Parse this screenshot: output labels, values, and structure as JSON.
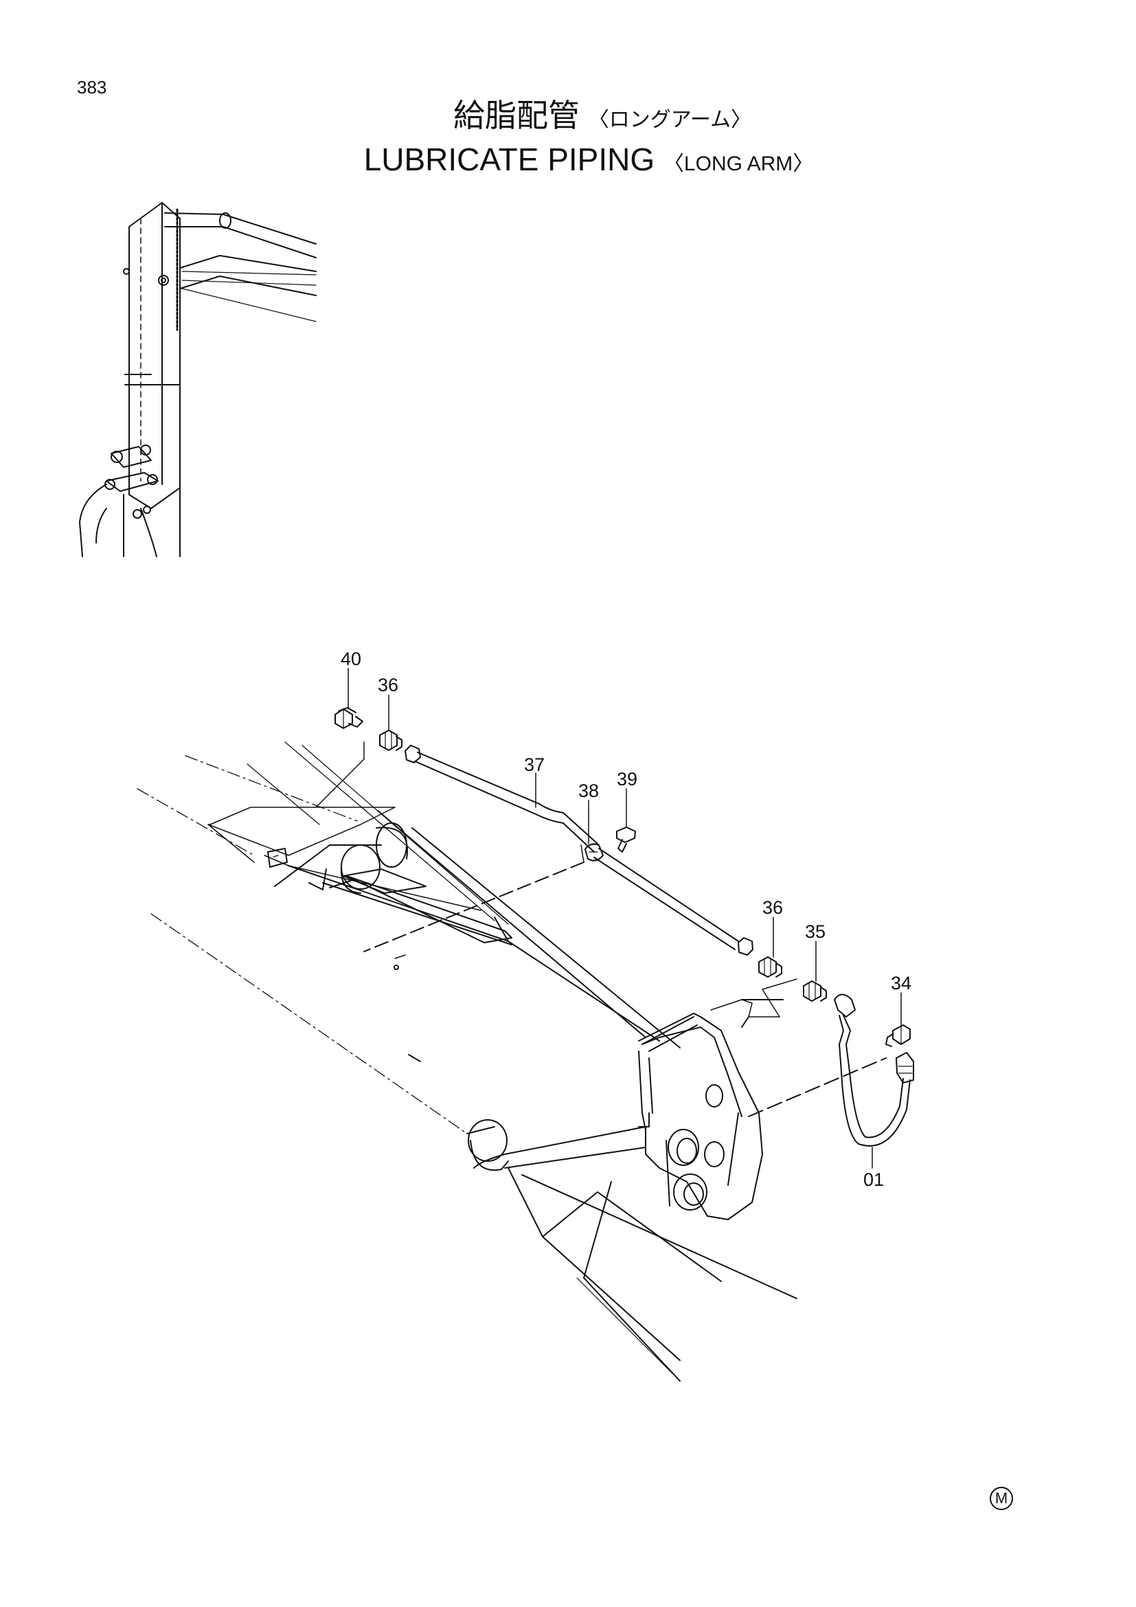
{
  "page_number": "383",
  "title": {
    "japanese": "給脂配管",
    "japanese_sub": "〈ロングアーム〉",
    "english": "LUBRICATE PIPING",
    "english_sub": "〈LONG ARM〉"
  },
  "callouts": {
    "c40": "40",
    "c36a": "36",
    "c37": "37",
    "c38": "38",
    "c39": "39",
    "c36b": "36",
    "c35": "35",
    "c34": "34",
    "c01": "01"
  },
  "footer_mark": "M",
  "colors": {
    "ink": "#111111",
    "paper": "#ffffff"
  }
}
